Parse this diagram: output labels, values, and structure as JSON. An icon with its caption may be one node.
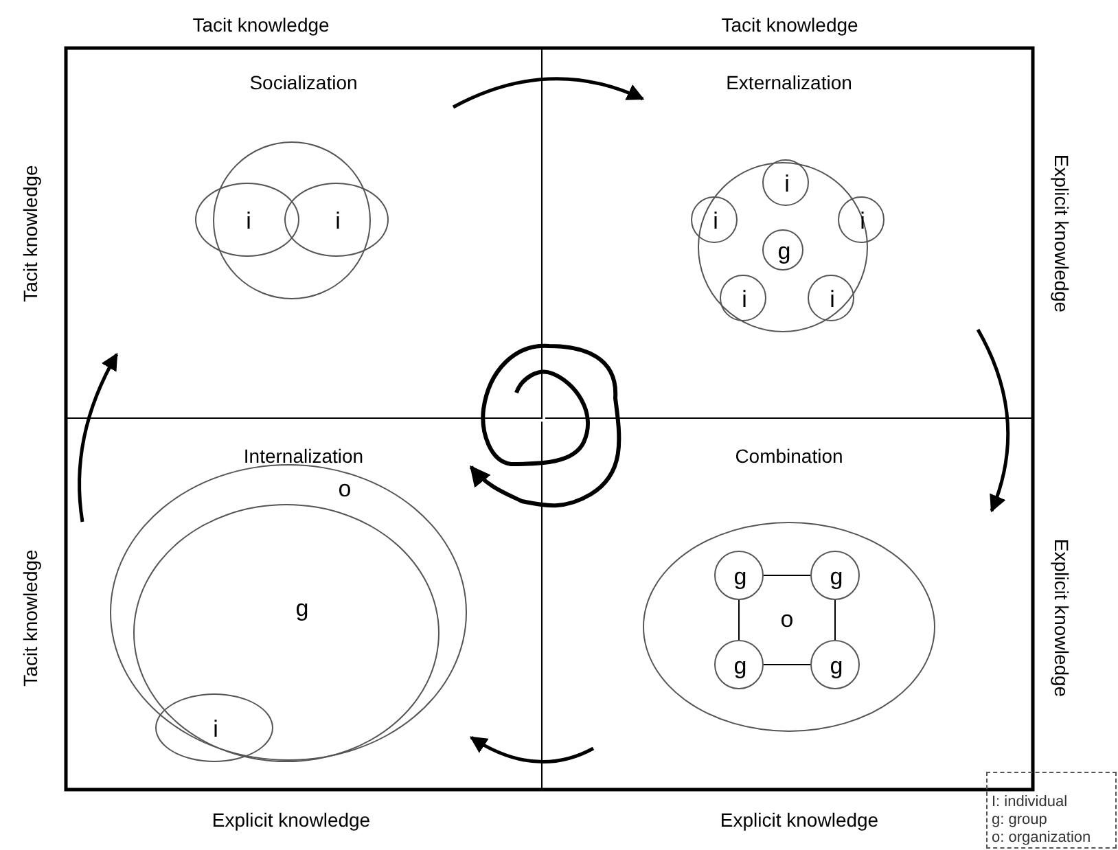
{
  "diagram": {
    "nodes": [
      {
        "text": [
          "Socialization"
        ]
      },
      {
        "text": [],
        "shape": "circle",
        "in": 0
      },
      {
        "text": [
          "i"
        ],
        "in": 0
      },
      {
        "text": [
          "i"
        ],
        "in": 0
      },
      {
        "text": [
          "Externalization"
        ]
      },
      {
        "text": [],
        "shape": "circle",
        "in": 4
      },
      {
        "text": [
          "i"
        ],
        "in": 5
      },
      {
        "text": [
          "i"
        ],
        "in": 4
      },
      {
        "text": [
          "i"
        ],
        "in": 4
      },
      {
        "text": [
          "g"
        ],
        "in": 5
      },
      {
        "text": [
          "i"
        ],
        "in": 5
      },
      {
        "text": [
          "i"
        ],
        "in": 5
      },
      {
        "text": [
          "Internalization"
        ]
      },
      {
        "text": [
          "o"
        ],
        "in": 12
      },
      {
        "text": [
          "g"
        ],
        "in": 13
      },
      {
        "text": [
          "i"
        ],
        "in": 14
      },
      {
        "text": [
          "Combination"
        ]
      },
      {
        "text": [
          "o"
        ],
        "in": 16
      },
      {
        "text": [
          "g"
        ],
        "in": 17
      },
      {
        "text": [
          "g"
        ],
        "in": 17
      },
      {
        "text": [
          "g"
        ],
        "in": 17
      },
      {
        "text": [
          "g"
        ],
        "in": 17
      }
    ],
    "edges": [
      {
        "from": 0,
        "to": 4,
        "arrow": "to",
        "style": "thick"
      },
      {
        "from": 4,
        "to": 16,
        "arrow": "to",
        "style": "thick"
      },
      {
        "from": 16,
        "to": 12,
        "arrow": "to",
        "style": "thick"
      },
      {
        "from": 12,
        "to": 0,
        "arrow": "to",
        "style": "thick"
      },
      {
        "from": 18,
        "to": 19,
        "arrow": "none"
      },
      {
        "from": 18,
        "to": 20,
        "arrow": "none"
      },
      {
        "from": 19,
        "to": 21,
        "arrow": "none"
      },
      {
        "from": 20,
        "to": 21,
        "arrow": "none"
      }
    ],
    "labels": [
      "Tacit knowledge",
      "Tacit knowledge",
      "Tacit knowledge",
      "Explicit knowledge",
      "Tacit knowledge",
      "Explicit knowledge",
      "Explicit knowledge",
      "Explicit knowledge",
      "I: individual",
      "g: group",
      "o: organization"
    ]
  }
}
